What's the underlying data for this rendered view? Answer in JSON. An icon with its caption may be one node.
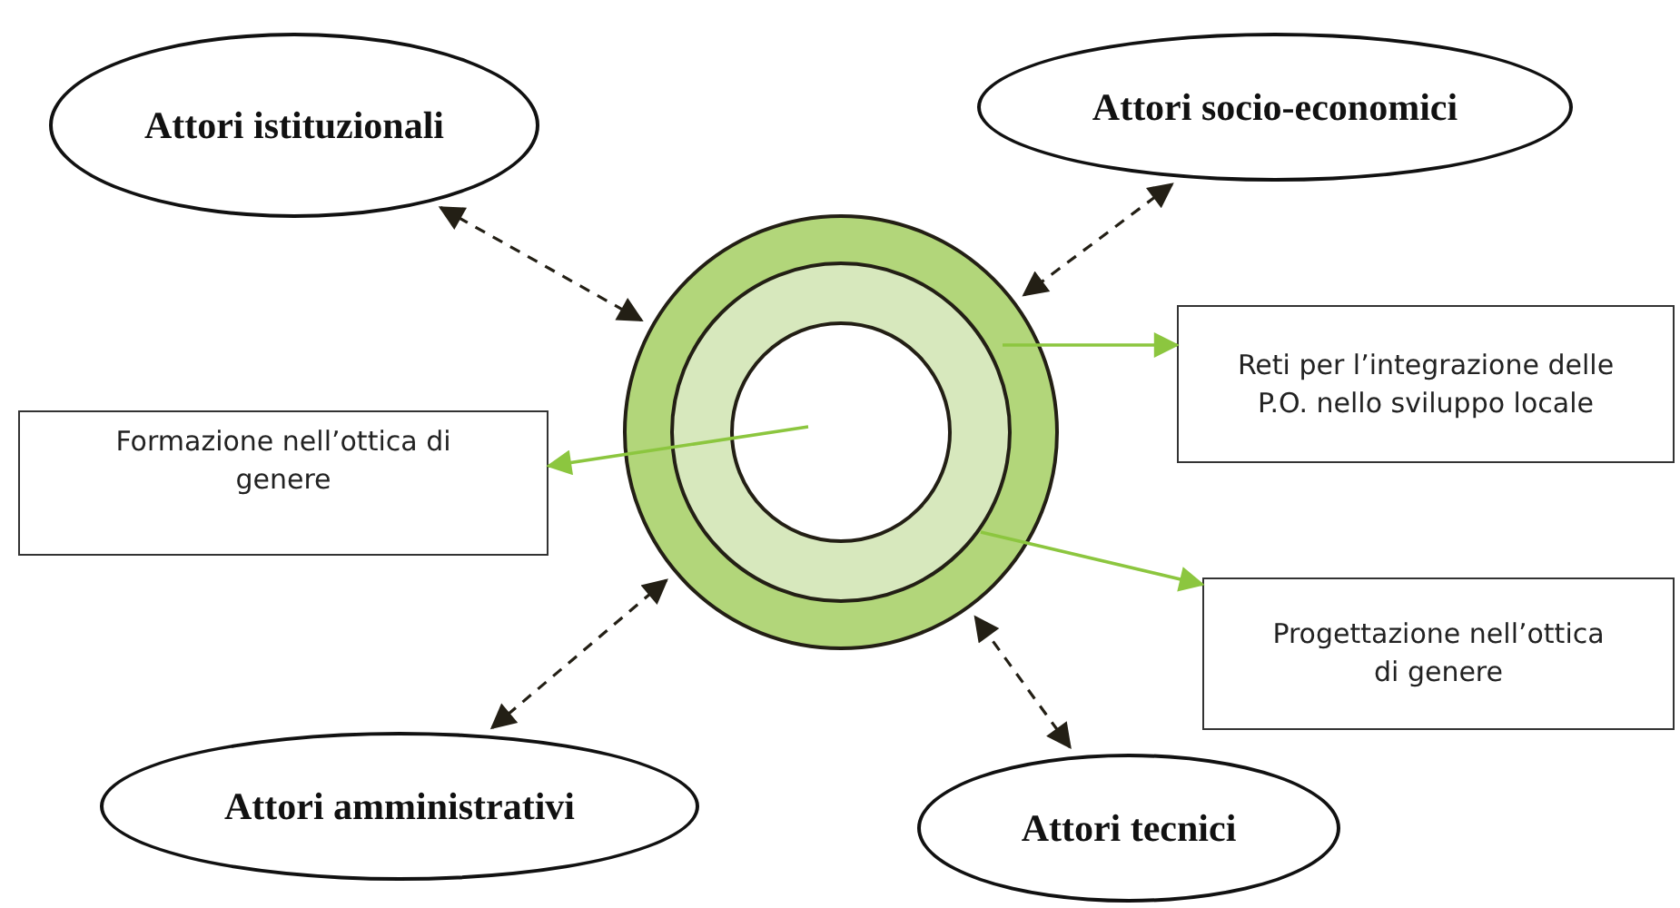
{
  "diagram": {
    "nodes": [
      {
        "text": [
          "Attori istituzionali"
        ]
      },
      {
        "text": [
          "Attori socio-economici"
        ]
      },
      {
        "text": [],
        "shape": "circle"
      },
      {
        "text": [],
        "shape": "circle",
        "in": 2
      },
      {
        "text": [],
        "shape": "circle",
        "in": 3
      },
      {
        "text": [
          "Reti per l’integrazione delle P.O. nello sviluppo locale"
        ]
      },
      {
        "text": [
          "Formazione nell’ottica di genere"
        ]
      },
      {
        "text": [
          "Progettazione nell’ottica di genere"
        ]
      },
      {
        "text": [
          "Attori amministrativi"
        ]
      },
      {
        "text": [
          "Attori tecnici"
        ]
      }
    ],
    "edges": [
      {
        "from": 0,
        "to": 2,
        "arrow": "both",
        "style": "dashed"
      },
      {
        "from": 1,
        "to": 2,
        "arrow": "both",
        "style": "dashed"
      },
      {
        "from": 3,
        "to": 5,
        "arrow": "to",
        "color": "#8cc63f"
      },
      {
        "from": 4,
        "to": 6,
        "arrow": "to",
        "color": "#8cc63f"
      },
      {
        "from": 3,
        "to": 7,
        "arrow": "to",
        "color": "#8cc63f"
      },
      {
        "from": 8,
        "to": 2,
        "arrow": "both",
        "style": "dashed"
      },
      {
        "from": 9,
        "to": 2,
        "arrow": "both",
        "style": "dashed"
      }
    ]
  }
}
